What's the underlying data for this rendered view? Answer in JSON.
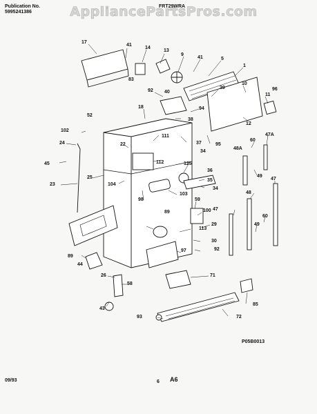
{
  "header": {
    "publication_label": "Publication No.",
    "publication_number": "5995241386",
    "model": "FRT29WRA"
  },
  "watermark": "AppliancePartsPros.com",
  "callouts": [
    "17",
    "41",
    "14",
    "13",
    "9",
    "41",
    "5",
    "1",
    "10",
    "11",
    "96",
    "83",
    "92",
    "40",
    "39",
    "12",
    "18",
    "94",
    "38",
    "95",
    "52",
    "102",
    "111",
    "37",
    "47A",
    "24",
    "22",
    "34",
    "60",
    "48A",
    "45",
    "112",
    "125",
    "36",
    "23",
    "25",
    "104",
    "35",
    "34",
    "49",
    "103",
    "47",
    "98",
    "59",
    "47",
    "100",
    "48",
    "89",
    "89",
    "113",
    "29",
    "30",
    "92",
    "49",
    "60",
    "97",
    "44",
    "26",
    "71",
    "58",
    "85",
    "43",
    "93",
    "72"
  ],
  "drawing_code": "P05B0013",
  "footer": {
    "date": "09/93",
    "page": "6",
    "section": "A6"
  },
  "colors": {
    "ink": "#111111",
    "paper": "#f7f7f5",
    "watermark": "#bebebe"
  }
}
